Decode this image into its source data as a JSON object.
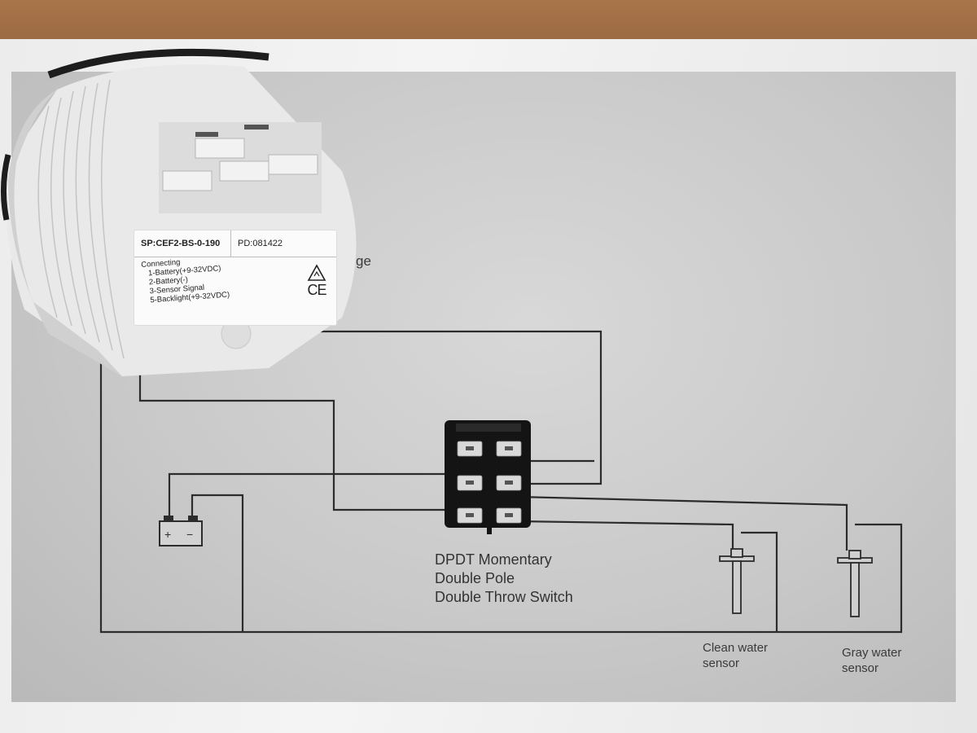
{
  "gauge_label": {
    "sp": "SP:CEF2-BS-0-190",
    "pd": "PD:081422",
    "connecting": "Connecting",
    "pins": [
      "1-Battery(+9-32VDC)",
      "2-Battery(-)",
      "3-Sensor Signal",
      "5-Backlight(+9-32VDC)"
    ],
    "ce_mark": "CE"
  },
  "fragment_text": "ge",
  "switch": {
    "lines": [
      "DPDT Momentary",
      "Double Pole",
      "Double Throw Switch"
    ]
  },
  "sensors": [
    {
      "lines": [
        "Clean water",
        "sensor"
      ]
    },
    {
      "lines": [
        "Gray water",
        "sensor"
      ]
    }
  ],
  "battery": {
    "plus": "+",
    "minus": "−"
  }
}
